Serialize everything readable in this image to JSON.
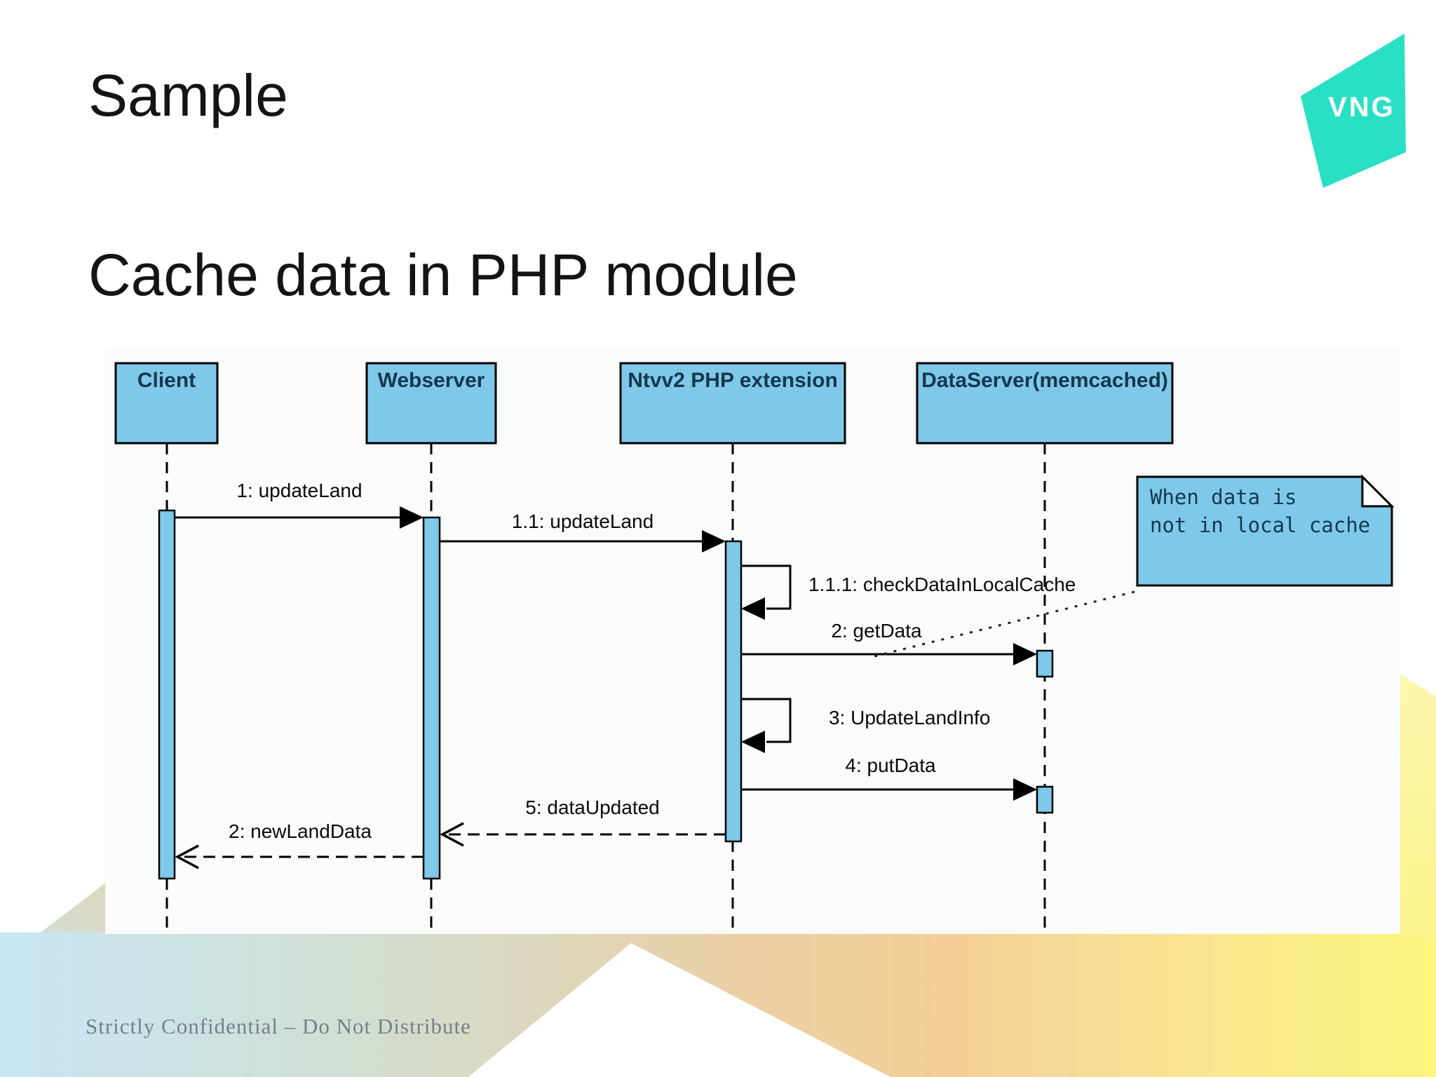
{
  "slide": {
    "title": "Sample",
    "subtitle": "Cache data in PHP module",
    "footer": "Strictly Confidential – Do Not Distribute"
  },
  "logo": {
    "text": "VNG",
    "color": "#29E0C4"
  },
  "colors": {
    "box_fill": "#7EC9E9",
    "box_border": "#000000",
    "node_text": "#16374E",
    "footer_text": "#75808A",
    "bottom_band_blue": "#C7E6F3",
    "bottom_band_orange": "#F4CF97",
    "bottom_band_yellow": "#FCF47C",
    "right_strip_yellow": "#FBF59C"
  },
  "diagram": {
    "lifelines": [
      {
        "label": "Client"
      },
      {
        "label": "Webserver"
      },
      {
        "label": "Ntvv2 PHP extension"
      },
      {
        "label": "DataServer(memcached)"
      }
    ],
    "messages": [
      {
        "label": "1: updateLand"
      },
      {
        "label": "1.1: updateLand"
      },
      {
        "label": "1.1.1: checkDataInLocalCache"
      },
      {
        "label": "2: getData"
      },
      {
        "label": "3: UpdateLandInfo"
      },
      {
        "label": "4: putData"
      },
      {
        "label": "5: dataUpdated"
      },
      {
        "label": "2: newLandData"
      }
    ],
    "note": {
      "line1": "When data is",
      "line2": "not in local cache"
    }
  }
}
